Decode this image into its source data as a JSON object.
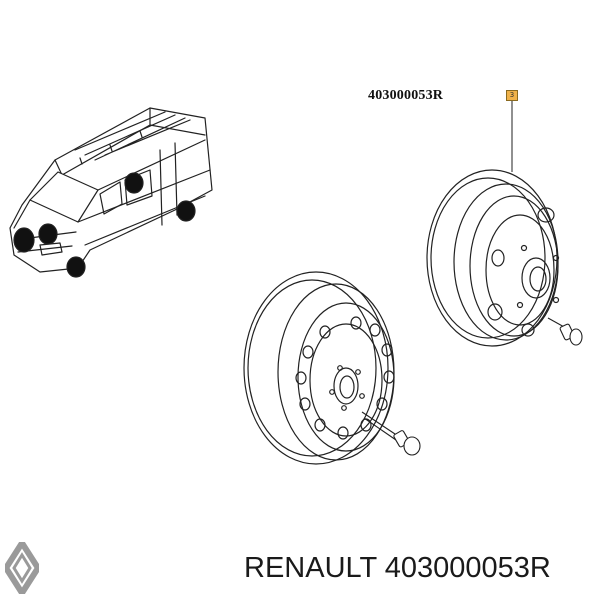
{
  "diagram": {
    "part_number": "403000053R",
    "callout_marker": "3",
    "caption": "RENAULT 403000053R",
    "logo_brand": "RENAULT",
    "icons": [
      "van-icon",
      "steel-wheel-icon",
      "wheel-bolt-icon",
      "renault-logo-icon"
    ],
    "colors": {
      "line": "#222222",
      "marker": "#f0b24a",
      "caption": "#1a1a1a"
    }
  }
}
